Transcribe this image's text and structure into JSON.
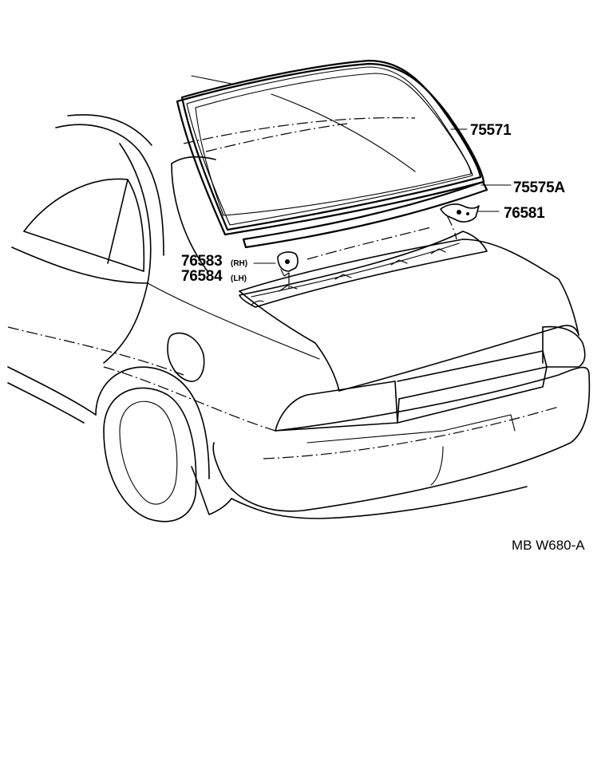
{
  "diagram": {
    "parts": [
      {
        "number": "75571",
        "side": ""
      },
      {
        "number": "75575A",
        "side": ""
      },
      {
        "number": "76581",
        "side": ""
      },
      {
        "number": "76583",
        "side": "(RH)"
      },
      {
        "number": "76584",
        "side": "(LH)"
      }
    ],
    "reference_code": "MB W680-A"
  }
}
